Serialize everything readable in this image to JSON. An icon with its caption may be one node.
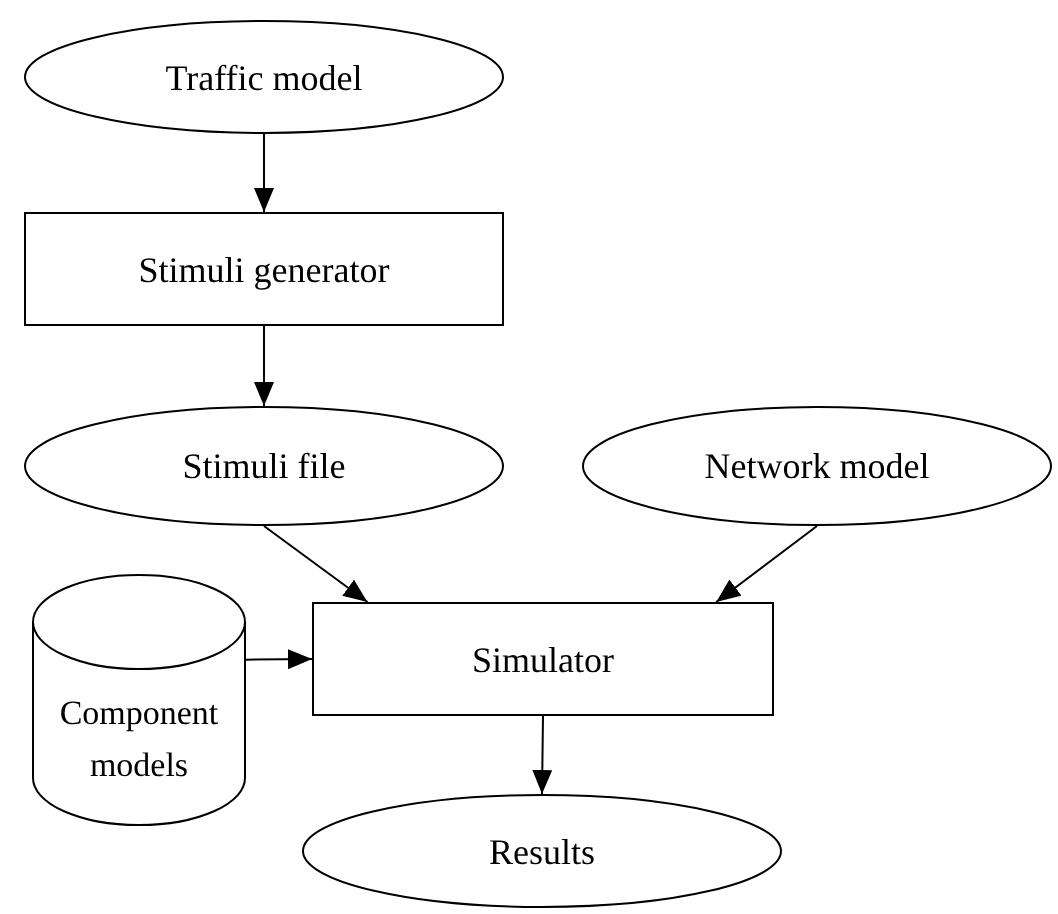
{
  "diagram": {
    "nodes": [
      {
        "text": [
          "Traffic model"
        ]
      },
      {
        "text": [
          "Stimuli generator"
        ]
      },
      {
        "text": [
          "Stimuli file"
        ]
      },
      {
        "text": [
          "Network model"
        ]
      },
      {
        "text": [
          "Component models"
        ]
      },
      {
        "text": [
          "Simulator"
        ]
      },
      {
        "text": [
          "Results"
        ]
      }
    ],
    "edges": [
      {
        "from": 0,
        "to": 1,
        "arrow": "to"
      },
      {
        "from": 1,
        "to": 2,
        "arrow": "to"
      },
      {
        "from": 2,
        "to": 5,
        "arrow": "to"
      },
      {
        "from": 3,
        "to": 5,
        "arrow": "to"
      },
      {
        "from": 4,
        "to": 5,
        "arrow": "to"
      },
      {
        "from": 5,
        "to": 6,
        "arrow": "to"
      }
    ]
  }
}
